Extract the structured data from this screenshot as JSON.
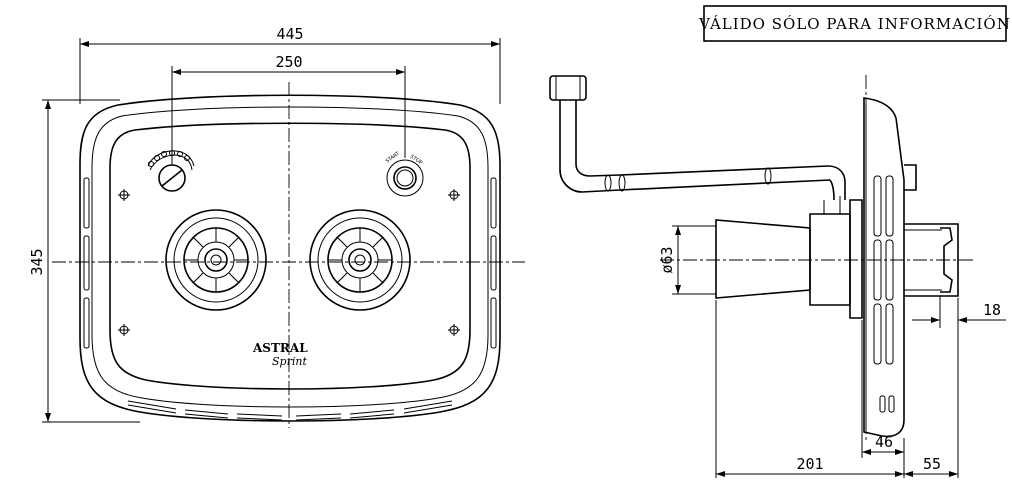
{
  "stamp": {
    "text": "VÁLIDO SÓLO PARA INFORMACIÓN"
  },
  "front_view": {
    "width_label": "445",
    "nozzle_spacing_label": "250",
    "height_label": "345",
    "brand": {
      "line1": "ASTRAL",
      "line2": "Sprint"
    },
    "button_ring_text": {
      "left": "START",
      "right": "STOP"
    }
  },
  "side_view": {
    "diameter_label": "ø63",
    "length_label": "201",
    "flange_label": "46",
    "protrusion_label": "55",
    "lip_label": "18"
  }
}
